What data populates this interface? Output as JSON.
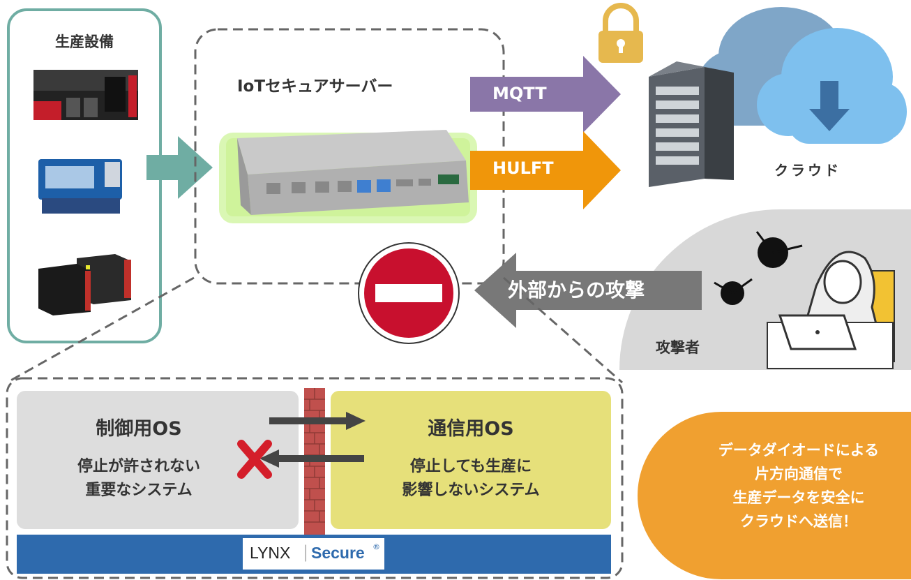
{
  "equipment": {
    "title": "生産設備"
  },
  "server": {
    "title": "IoTセキュアサーバー"
  },
  "protocols": {
    "mqtt": "MQTT",
    "hulft": "HULFT"
  },
  "cloud": {
    "label": "クラウド"
  },
  "attack": {
    "label": "外部からの攻撃",
    "attacker": "攻撃者"
  },
  "control_os": {
    "title": "制御用OS",
    "desc_line1": "停止が許されない",
    "desc_line2": "重要なシステム"
  },
  "comm_os": {
    "title": "通信用OS",
    "desc_line1": "停止しても生産に",
    "desc_line2": "影響しないシステム"
  },
  "lynx": {
    "brand": "LYNX",
    "product": "Secure",
    "reg": "®"
  },
  "callout": {
    "line1": "データダイオードによる",
    "line2": "片方向通信で",
    "line3": "生産データを安全に",
    "line4": "クラウドへ送信！"
  },
  "colors": {
    "teal": "#6fada3",
    "mqtt": "#8a76a8",
    "hulft": "#f0960a",
    "orange": "#f0a030",
    "lynx_blue": "#2e6aad",
    "stop_red": "#c8102e",
    "brick": "#c0504d"
  }
}
